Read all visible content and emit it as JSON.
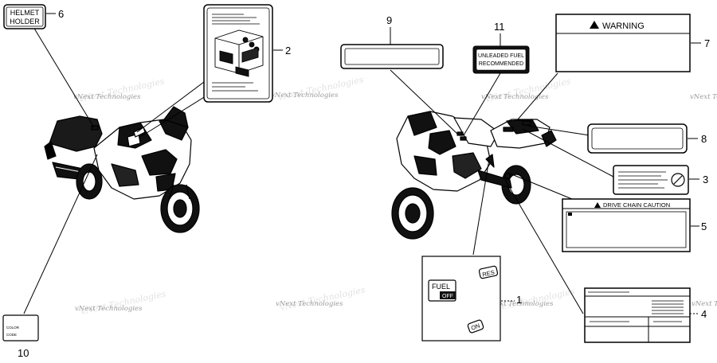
{
  "diagram": {
    "callouts": [
      "1",
      "2",
      "3",
      "4",
      "5",
      "6",
      "7",
      "8",
      "9",
      "10",
      "11"
    ],
    "labels": {
      "helmet_holder_line1": "HELMET",
      "helmet_holder_line2": "HOLDER",
      "unleaded_line1": "UNLEADED FUEL",
      "unleaded_line2": "RECOMMENDED",
      "warning": "WARNING",
      "drive_chain_caution": "DRIVE CHAIN CAUTION",
      "color_label_line1": "COLOR",
      "color_label_line2": "CODE",
      "fuel_valve_fuel": "FUEL",
      "fuel_valve_off": "OFF",
      "fuel_valve_res": "RES",
      "fuel_valve_on": "ON"
    },
    "watermark": "vNext Technologies"
  }
}
